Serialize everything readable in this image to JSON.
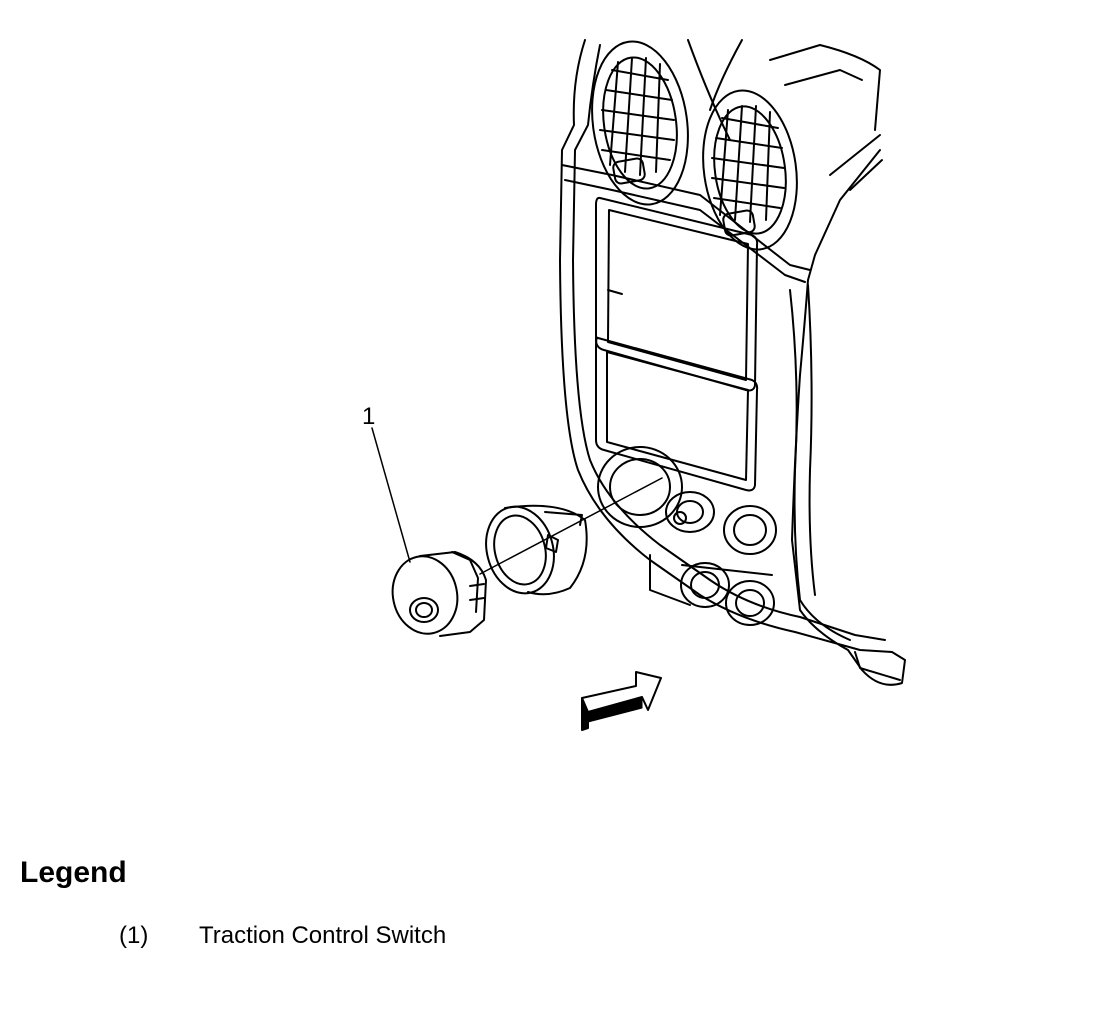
{
  "callout": {
    "number": "1"
  },
  "legend": {
    "title": "Legend",
    "items": [
      {
        "key": "(1)",
        "label": "Traction Control Switch"
      }
    ]
  }
}
